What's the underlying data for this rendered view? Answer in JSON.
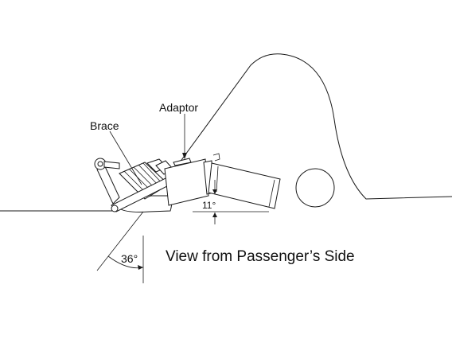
{
  "labels": {
    "adaptor": "Adaptor",
    "brace": "Brace",
    "angle_11": "11°",
    "angle_36": "36°",
    "caption": "View from Passenger’s Side"
  },
  "colors": {
    "ink": "#1a1a1a",
    "background": "#ffffff"
  }
}
